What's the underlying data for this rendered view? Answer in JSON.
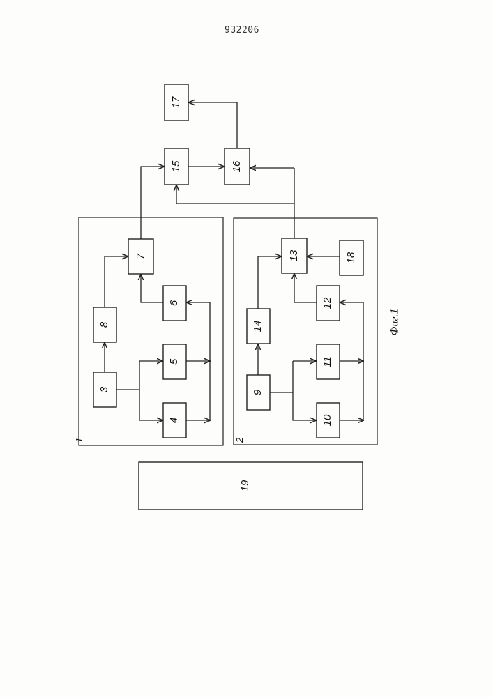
{
  "header": {
    "patent_number": "932206"
  },
  "blocks": {
    "b1": "1",
    "b2": "2",
    "b3": "3",
    "b4": "4",
    "b5": "5",
    "b6": "6",
    "b7": "7",
    "b8": "8",
    "b9": "9",
    "b10": "10",
    "b11": "11",
    "b12": "12",
    "b13": "13",
    "b14": "14",
    "b15": "15",
    "b16": "16",
    "b17": "17",
    "b18": "18",
    "b19": "19"
  },
  "caption": "Фиг.1"
}
